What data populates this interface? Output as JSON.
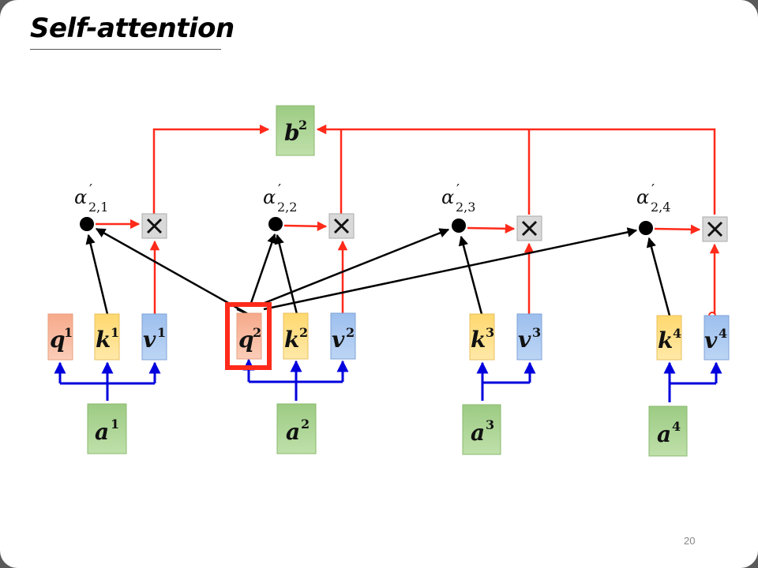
{
  "slide": {
    "title": "Self-attention",
    "page_number": "20"
  },
  "colors": {
    "query_fill": "#f8b89a",
    "key_fill": "#ffe08a",
    "value_fill": "#a9c8f0",
    "input_fill": "#a9d18e",
    "output_fill": "#a9d18e",
    "mult_fill": "#d9d9d9",
    "highlight": "#ff2a1a",
    "weight_arrow": "#ff2a1a",
    "input_arrow": "#0000dd",
    "score_arrow": "#000000"
  },
  "diagram": {
    "output": {
      "symbol": "b",
      "index": "2"
    },
    "attention_scores": [
      {
        "label": "α",
        "prime": "′",
        "subscript": "2,1"
      },
      {
        "label": "α",
        "prime": "′",
        "subscript": "2,2"
      },
      {
        "label": "α",
        "prime": "′",
        "subscript": "2,3"
      },
      {
        "label": "α",
        "prime": "′",
        "subscript": "2,4"
      }
    ],
    "multiply_symbol": "×",
    "columns": [
      {
        "input": {
          "symbol": "a",
          "index": "1"
        },
        "query": {
          "symbol": "q",
          "index": "1"
        },
        "key": {
          "symbol": "k",
          "index": "1"
        },
        "value": {
          "symbol": "v",
          "index": "1"
        }
      },
      {
        "input": {
          "symbol": "a",
          "index": "2"
        },
        "query": {
          "symbol": "q",
          "index": "2",
          "highlighted": true
        },
        "key": {
          "symbol": "k",
          "index": "2"
        },
        "value": {
          "symbol": "v",
          "index": "2"
        }
      },
      {
        "input": {
          "symbol": "a",
          "index": "3"
        },
        "key": {
          "symbol": "k",
          "index": "3"
        },
        "value": {
          "symbol": "v",
          "index": "3"
        }
      },
      {
        "input": {
          "symbol": "a",
          "index": "4"
        },
        "key": {
          "symbol": "k",
          "index": "4"
        },
        "value": {
          "symbol": "v",
          "index": "4"
        }
      }
    ]
  }
}
